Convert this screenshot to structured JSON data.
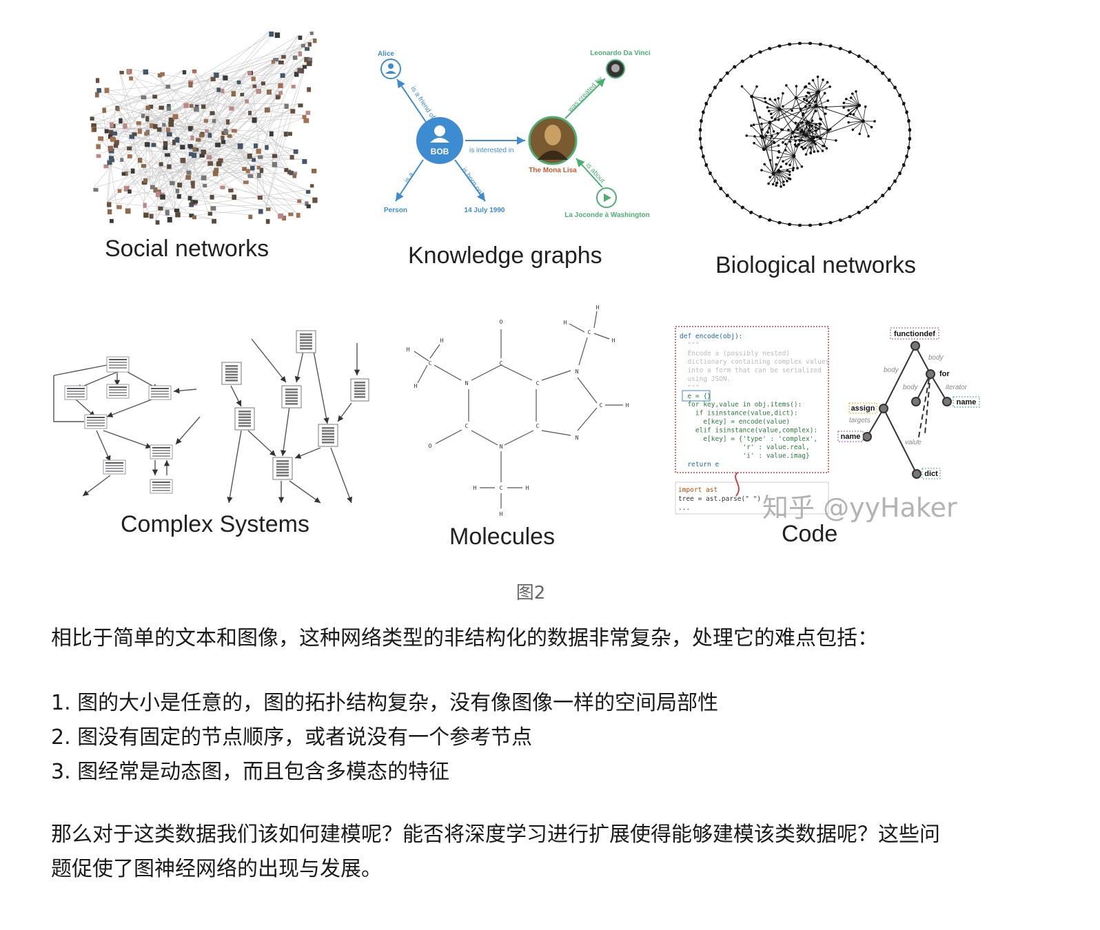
{
  "figure": {
    "panels": {
      "social": "Social networks",
      "knowledge": "Knowledge graphs",
      "biological": "Biological networks",
      "complex": "Complex Systems",
      "molecules": "Molecules",
      "code": "Code"
    },
    "knowledge_graph": {
      "alice": "Alice",
      "bob": "BOB",
      "leonardo": "Leonardo Da Vinci",
      "mona_lisa": "The Mona Lisa",
      "person": "Person",
      "date": "14 July 1990",
      "joconde": "La Joconde à Washington",
      "edge_friend": "is a friend of",
      "edge_interested": "is interested in",
      "edge_is_a": "is a",
      "edge_born": "is born on",
      "edge_created": "was created by",
      "edge_about": "is about"
    },
    "molecule_atoms": {
      "o": "O",
      "h": "H",
      "n": "N",
      "c": "C"
    },
    "code": {
      "lines": [
        "def encode(obj):",
        "  \"\"\"",
        "  Encode a (possibly nested)",
        "  dictionary containing complex values",
        "  into a form that can be serialized",
        "  using JSON.",
        "  \"\"\"",
        "  e = {}",
        "  for key,value in obj.items():",
        "    if isinstance(value,dict):",
        "      e[key] = encode(value)",
        "    elif isinstance(value,complex):",
        "      e[key] = {'type' : 'complex',",
        "                'r' : value.real,",
        "                'i' : value.imag}",
        "  return e"
      ],
      "import_line": "import ast",
      "parse_line": "tree = ast.parse(\"  \")",
      "ellipsis": "...",
      "ast": {
        "functiondef": "functiondef",
        "body1": "body",
        "for": "for",
        "body2": "body",
        "iterator": "iterator",
        "assign": "assign",
        "targets": "targets",
        "name1": "name",
        "name2": "name",
        "value": "value",
        "dict": "dict"
      }
    },
    "watermark": "知乎 @yyHaker",
    "caption": "图2"
  },
  "text": {
    "para1": "相比于简单的文本和图像，这种网络类型的非结构化的数据非常复杂，处理它的难点包括：",
    "list": [
      "1. 图的大小是任意的，图的拓扑结构复杂，没有像图像一样的空间局部性",
      "2. 图没有固定的节点顺序，或者说没有一个参考节点",
      "3. 图经常是动态图，而且包含多模态的特征"
    ],
    "para2_line1": "那么对于这类数据我们该如何建模呢？能否将深度学习进行扩展使得能够建模该类数据呢？这些问",
    "para2_line2": "题促使了图神经网络的出现与发展。"
  },
  "colors": {
    "kg_blue": "#3d8bd1",
    "kg_green": "#4caf72",
    "code_red": "#d04040",
    "text": "#1a1a1a",
    "caption": "#666666"
  }
}
